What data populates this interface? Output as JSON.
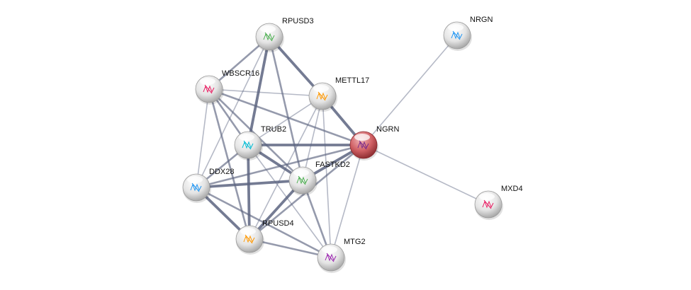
{
  "network": {
    "colors": {
      "node": "#e6e6e6",
      "query_node": "#c9585c",
      "edge": "#5c6480"
    },
    "nodes": [
      {
        "id": "RPUSD3",
        "label": "RPUSD3",
        "query": false
      },
      {
        "id": "NRGN",
        "label": "NRGN",
        "query": false
      },
      {
        "id": "WBSCR16",
        "label": "WBSCR16",
        "query": false
      },
      {
        "id": "METTL17",
        "label": "METTL17",
        "query": false
      },
      {
        "id": "NGRN",
        "label": "NGRN",
        "query": true
      },
      {
        "id": "TRUB2",
        "label": "TRUB2",
        "query": false
      },
      {
        "id": "FASTKD2",
        "label": "FASTKD2",
        "query": false
      },
      {
        "id": "DDX28",
        "label": "DDX28",
        "query": false
      },
      {
        "id": "MXD4",
        "label": "MXD4",
        "query": false
      },
      {
        "id": "RPUSD4",
        "label": "RPUSD4",
        "query": false
      },
      {
        "id": "MTG2",
        "label": "MTG2",
        "query": false
      }
    ],
    "edges": [
      [
        "RPUSD3",
        "WBSCR16",
        2
      ],
      [
        "RPUSD3",
        "METTL17",
        3
      ],
      [
        "RPUSD3",
        "TRUB2",
        3
      ],
      [
        "RPUSD3",
        "FASTKD2",
        2
      ],
      [
        "RPUSD3",
        "DDX28",
        1
      ],
      [
        "WBSCR16",
        "METTL17",
        1
      ],
      [
        "WBSCR16",
        "NGRN",
        2
      ],
      [
        "WBSCR16",
        "TRUB2",
        2
      ],
      [
        "WBSCR16",
        "FASTKD2",
        2
      ],
      [
        "WBSCR16",
        "DDX28",
        1
      ],
      [
        "WBSCR16",
        "RPUSD4",
        2
      ],
      [
        "METTL17",
        "NGRN",
        3
      ],
      [
        "METTL17",
        "TRUB2",
        1
      ],
      [
        "METTL17",
        "FASTKD2",
        1
      ],
      [
        "METTL17",
        "RPUSD4",
        1
      ],
      [
        "METTL17",
        "MTG2",
        1
      ],
      [
        "TRUB2",
        "NGRN",
        3
      ],
      [
        "TRUB2",
        "FASTKD2",
        3
      ],
      [
        "TRUB2",
        "DDX28",
        2
      ],
      [
        "TRUB2",
        "RPUSD4",
        3
      ],
      [
        "TRUB2",
        "MTG2",
        1
      ],
      [
        "NGRN",
        "DDX28",
        2
      ],
      [
        "NGRN",
        "FASTKD2",
        3
      ],
      [
        "NGRN",
        "RPUSD4",
        2
      ],
      [
        "NGRN",
        "MTG2",
        1
      ],
      [
        "NGRN",
        "NRGN",
        1
      ],
      [
        "NGRN",
        "MXD4",
        1
      ],
      [
        "FASTKD2",
        "DDX28",
        3
      ],
      [
        "FASTKD2",
        "RPUSD4",
        3
      ],
      [
        "FASTKD2",
        "MTG2",
        2
      ],
      [
        "DDX28",
        "RPUSD4",
        3
      ],
      [
        "DDX28",
        "MTG2",
        2
      ],
      [
        "RPUSD4",
        "MTG2",
        2
      ]
    ]
  }
}
